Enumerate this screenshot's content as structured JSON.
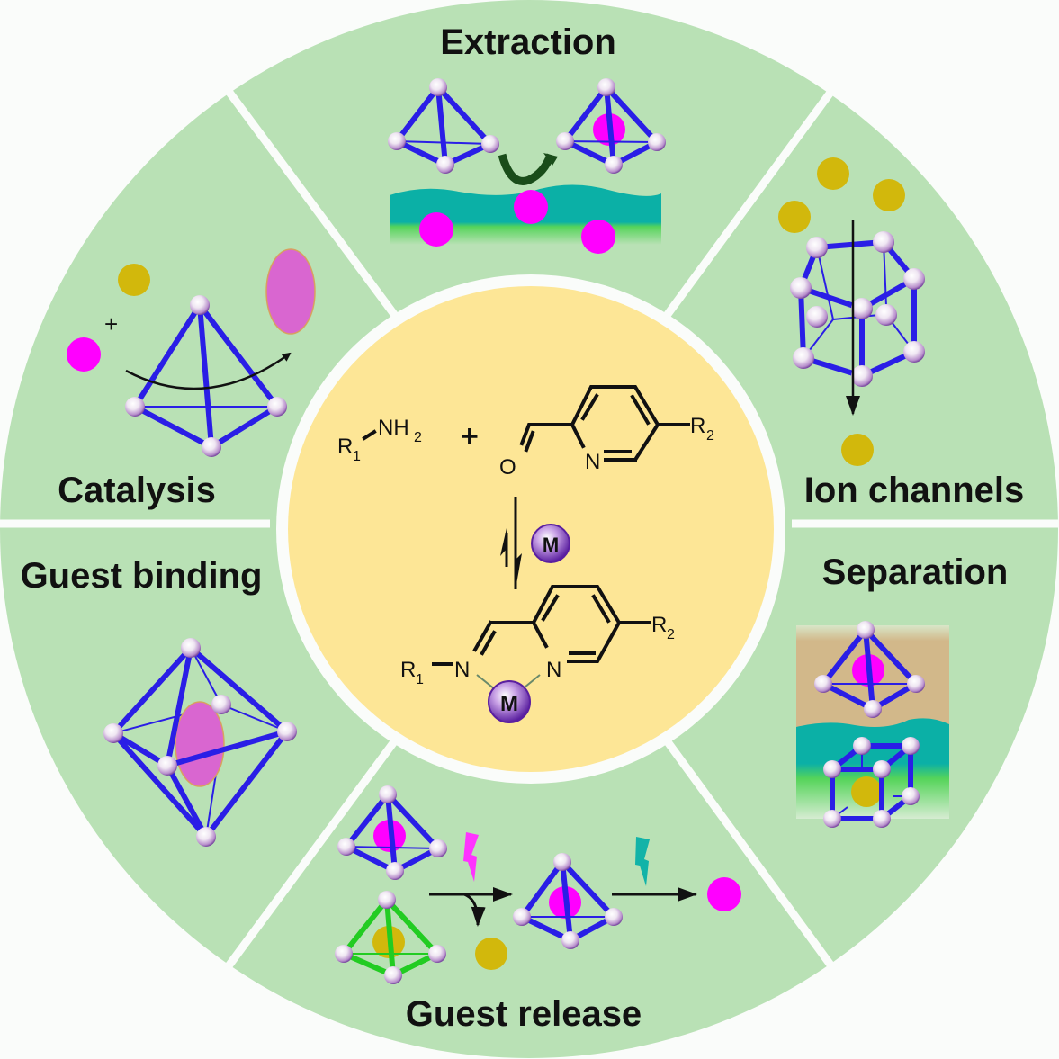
{
  "colors": {
    "background": "#fafcfa",
    "segment_fill": "#b9e1b5",
    "center_fill": "#fde696",
    "cage_edge": "#2a1ee6",
    "cage_vertex": "#c9a8d8",
    "guest_magenta": "#ff00ff",
    "guest_yellow": "#d2b80c",
    "guest_ellipse": "#d966d0",
    "water_teal": "#0bb0a6",
    "organic_tan": "#d2b88a",
    "second_cage_green": "#22cc22",
    "arrow_dark_green": "#1a4d1a",
    "metal_purple": "#7a3db0"
  },
  "segments": [
    {
      "id": "extraction",
      "label": "Extraction"
    },
    {
      "id": "ion-channels",
      "label": "Ion channels"
    },
    {
      "id": "separation",
      "label": "Separation"
    },
    {
      "id": "guest-release",
      "label": "Guest release"
    },
    {
      "id": "guest-binding",
      "label": "Guest binding"
    },
    {
      "id": "catalysis",
      "label": "Catalysis"
    }
  ],
  "center": {
    "reactant_amine": {
      "R": "R",
      "R_sub": "1",
      "group": "NH",
      "group_sub": "2"
    },
    "plus": "+",
    "aldehyde": {
      "O": "O",
      "N": "N",
      "R": "R",
      "R_sub": "2"
    },
    "metal": "M",
    "product": {
      "R1": "R",
      "R1_sub": "1",
      "N_imine": "N",
      "N_pyr": "N",
      "R2": "R",
      "R2_sub": "2",
      "M": "M"
    }
  },
  "catalysis": {
    "plus": "+"
  }
}
